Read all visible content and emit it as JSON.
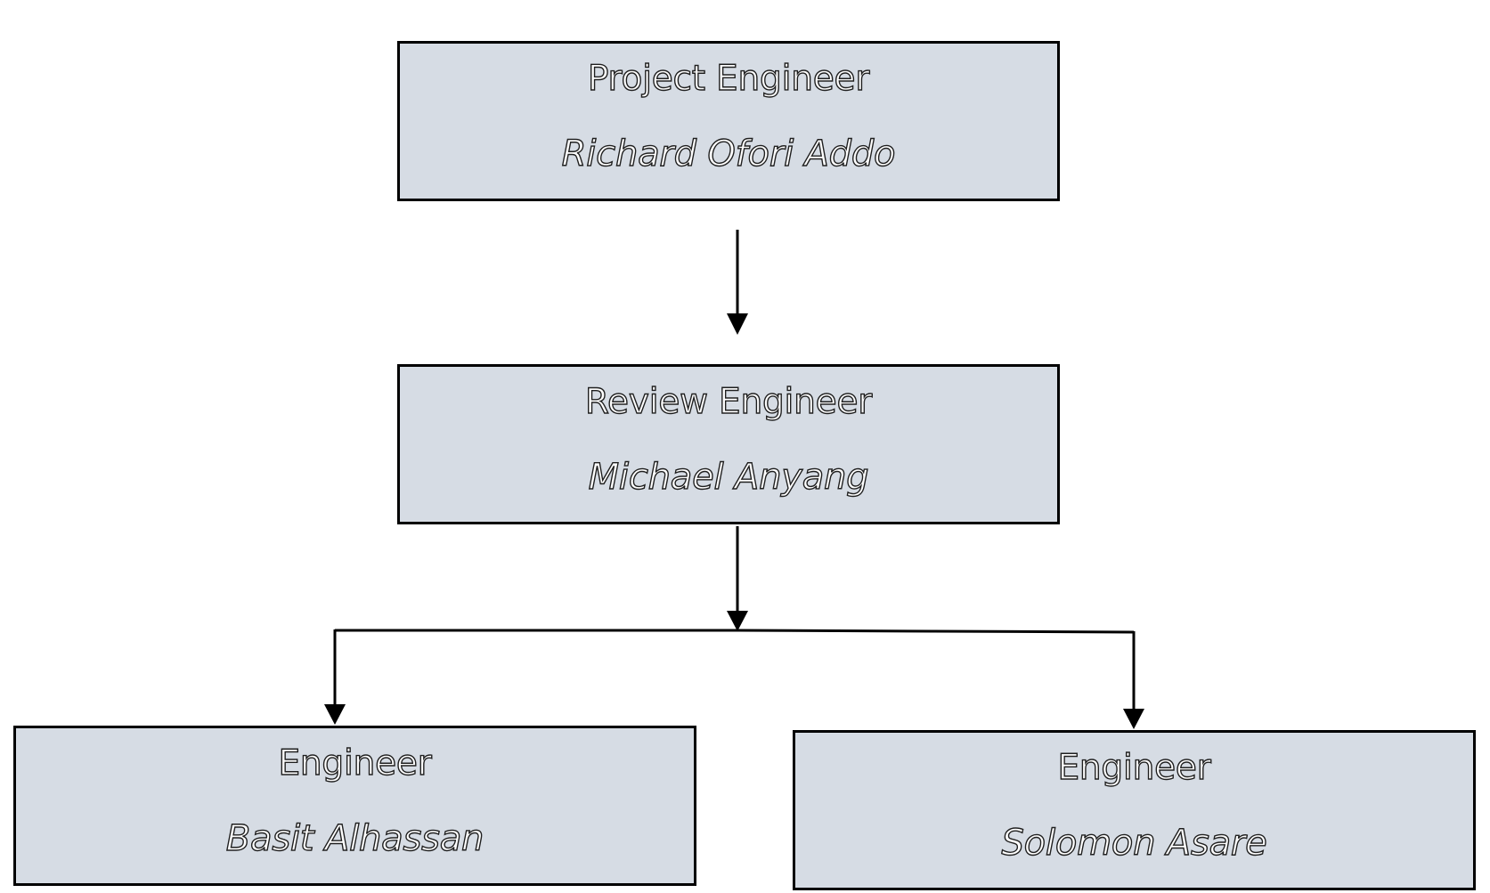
{
  "org_chart": {
    "nodes": [
      {
        "id": "project-engineer",
        "title": "Project Engineer",
        "name": "Richard Ofori Addo"
      },
      {
        "id": "review-engineer",
        "title": "Review Engineer",
        "name": "Michael Anyang"
      },
      {
        "id": "engineer-1",
        "title": "Engineer",
        "name": "Basit Alhassan"
      },
      {
        "id": "engineer-2",
        "title": "Engineer",
        "name": "Solomon Asare"
      }
    ],
    "edges": [
      {
        "from": "project-engineer",
        "to": "review-engineer"
      },
      {
        "from": "review-engineer",
        "to": "engineer-1"
      },
      {
        "from": "review-engineer",
        "to": "engineer-2"
      }
    ],
    "box_fill": "#d6dce4",
    "line_color": "#000000"
  }
}
